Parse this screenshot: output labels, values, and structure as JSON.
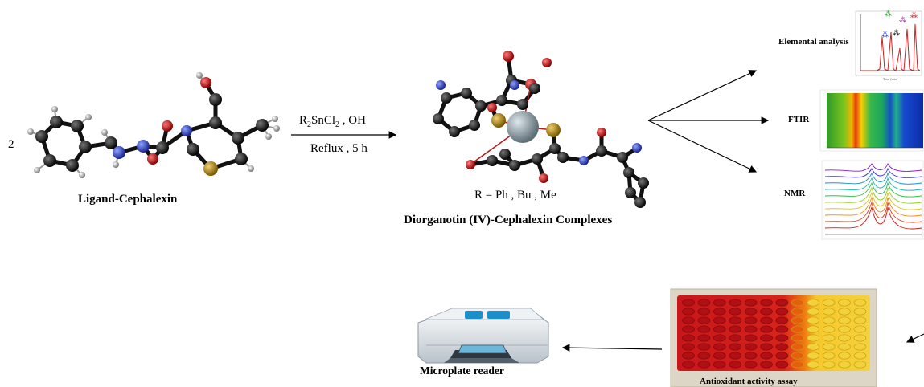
{
  "reactant": {
    "coefficient": "2",
    "name": "Ligand-Cephalexin"
  },
  "reaction": {
    "reagent_prefix": "R",
    "reagent_sub1": "2",
    "reagent_mid": "SnCl",
    "reagent_sub2": "2",
    "reagent_suffix": " , OH",
    "conditions": "Reflux , 5 h"
  },
  "product": {
    "r_groups": "R = Ph , Bu , Me",
    "name": "Diorganotin (IV)-Cephalexin Complexes"
  },
  "characterization": {
    "elemental": "Elemental analysis",
    "ftir": "FTIR",
    "nmr": "NMR"
  },
  "bioassay": {
    "assay": "Antioxidant activity assay",
    "reader": "Microplate reader"
  },
  "colors": {
    "carbon": "#111111",
    "oxygen": "#c0141a",
    "nitrogen": "#2a3fbf",
    "sulfur": "#b8921a",
    "tin": "#7e8f96",
    "hydrogen": "#9a9a9a"
  }
}
